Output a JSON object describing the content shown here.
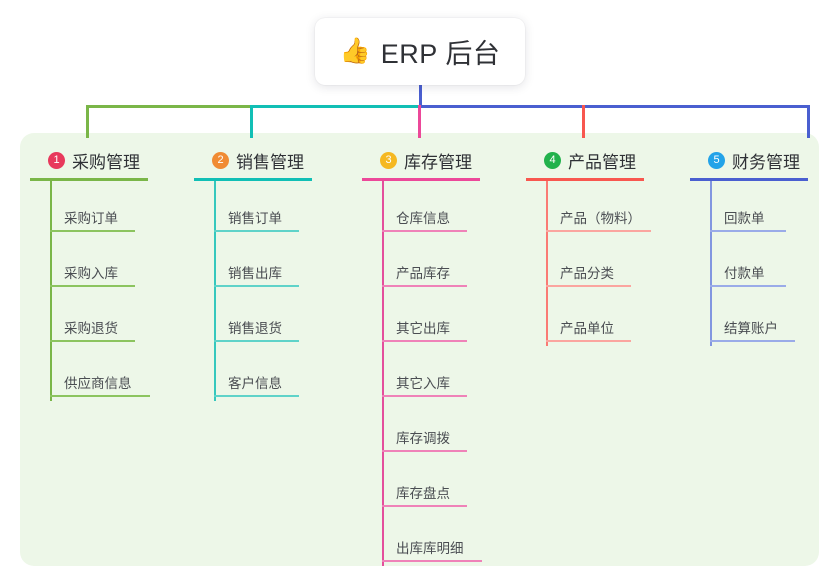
{
  "diagram": {
    "root": {
      "icon": "thumbs-up-icon",
      "icon_glyph": "👍",
      "title": "ERP 后台"
    },
    "panel_color": "#edf7e8",
    "branches": [
      {
        "number": "1",
        "title": "采购管理",
        "color": "#7ab648",
        "badge_color": "#e8395c",
        "items": [
          "采购订单",
          "采购入库",
          "采购退货",
          "供应商信息"
        ]
      },
      {
        "number": "2",
        "title": "销售管理",
        "color": "#11bfb5",
        "badge_color": "#f08b33",
        "items": [
          "销售订单",
          "销售出库",
          "销售退货",
          "客户信息"
        ]
      },
      {
        "number": "3",
        "title": "库存管理",
        "color": "#ec4899",
        "badge_color": "#f5b821",
        "items": [
          "仓库信息",
          "产品库存",
          "其它出库",
          "其它入库",
          "库存调拨",
          "库存盘点",
          "出库库明细"
        ]
      },
      {
        "number": "4",
        "title": "产品管理",
        "color": "#f8574f",
        "badge_color": "#22b24c",
        "items": [
          "产品（物料）",
          "产品分类",
          "产品单位"
        ]
      },
      {
        "number": "5",
        "title": "财务管理",
        "color": "#4a5fd0",
        "badge_color": "#23a3e8",
        "items": [
          "回款单",
          "付款单",
          "结算账户"
        ]
      }
    ],
    "connectors": {
      "stem_color": "#4a5fd0",
      "bus_segments": [
        {
          "color": "#7ab648"
        },
        {
          "color": "#11bfb5"
        },
        {
          "color": "#4a5fd0"
        }
      ]
    }
  }
}
